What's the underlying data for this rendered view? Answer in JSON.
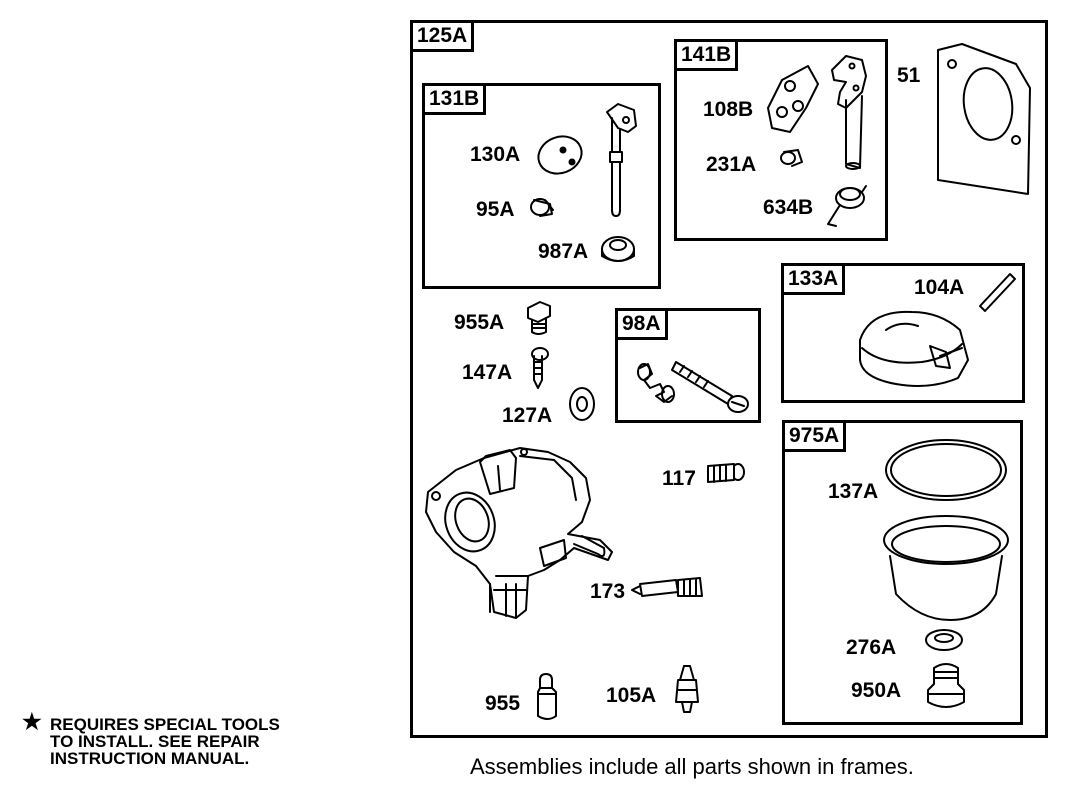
{
  "assemblies": {
    "main": "125A",
    "choke_shaft": "131B",
    "throttle_shaft": "141B",
    "float": "133A",
    "needle_valve": "98A",
    "bowl": "975A"
  },
  "parts": {
    "p130A": "130A",
    "p95A": "95A",
    "p987A": "987A",
    "p108B": "108B",
    "p231A": "231A",
    "p634B": "634B",
    "p51": "51",
    "p104A": "104A",
    "p955A": "955A",
    "p147A": "147A",
    "p127A": "127A",
    "p117": "117",
    "p173": "173",
    "p955": "955",
    "p105A": "105A",
    "p137A": "137A",
    "p276A": "276A",
    "p950A": "950A"
  },
  "note": {
    "star": "★",
    "lines": [
      "REQUIRES SPECIAL TOOLS",
      "TO INSTALL.  SEE REPAIR",
      "INSTRUCTION MANUAL."
    ]
  },
  "caption": "Assemblies include all parts shown in frames."
}
